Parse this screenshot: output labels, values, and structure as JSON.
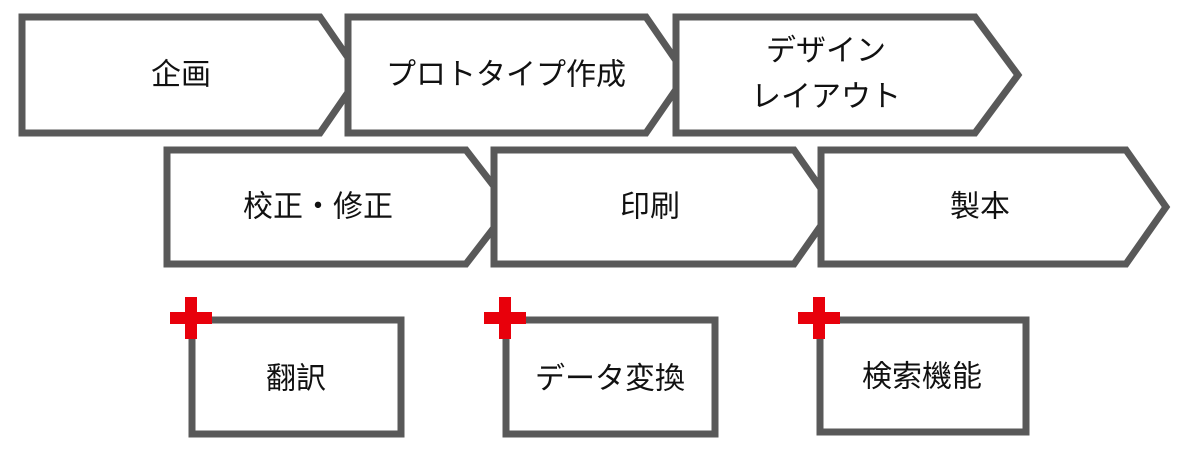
{
  "colors": {
    "stroke": "#595959",
    "fill": "#ffffff",
    "text": "#111111",
    "plus": "#e8000b"
  },
  "process": {
    "row1": [
      {
        "lines": [
          "企画"
        ]
      },
      {
        "lines": [
          "プロトタイプ作成"
        ]
      },
      {
        "lines": [
          "デザイン",
          "レイアウト"
        ]
      }
    ],
    "row2": [
      {
        "lines": [
          "校正・修正"
        ]
      },
      {
        "lines": [
          "印刷"
        ]
      },
      {
        "lines": [
          "製本"
        ]
      }
    ]
  },
  "options": [
    {
      "label": "翻訳",
      "icon": "plus-icon"
    },
    {
      "label": "データ変換",
      "icon": "plus-icon"
    },
    {
      "label": "検索機能",
      "icon": "plus-icon"
    }
  ]
}
